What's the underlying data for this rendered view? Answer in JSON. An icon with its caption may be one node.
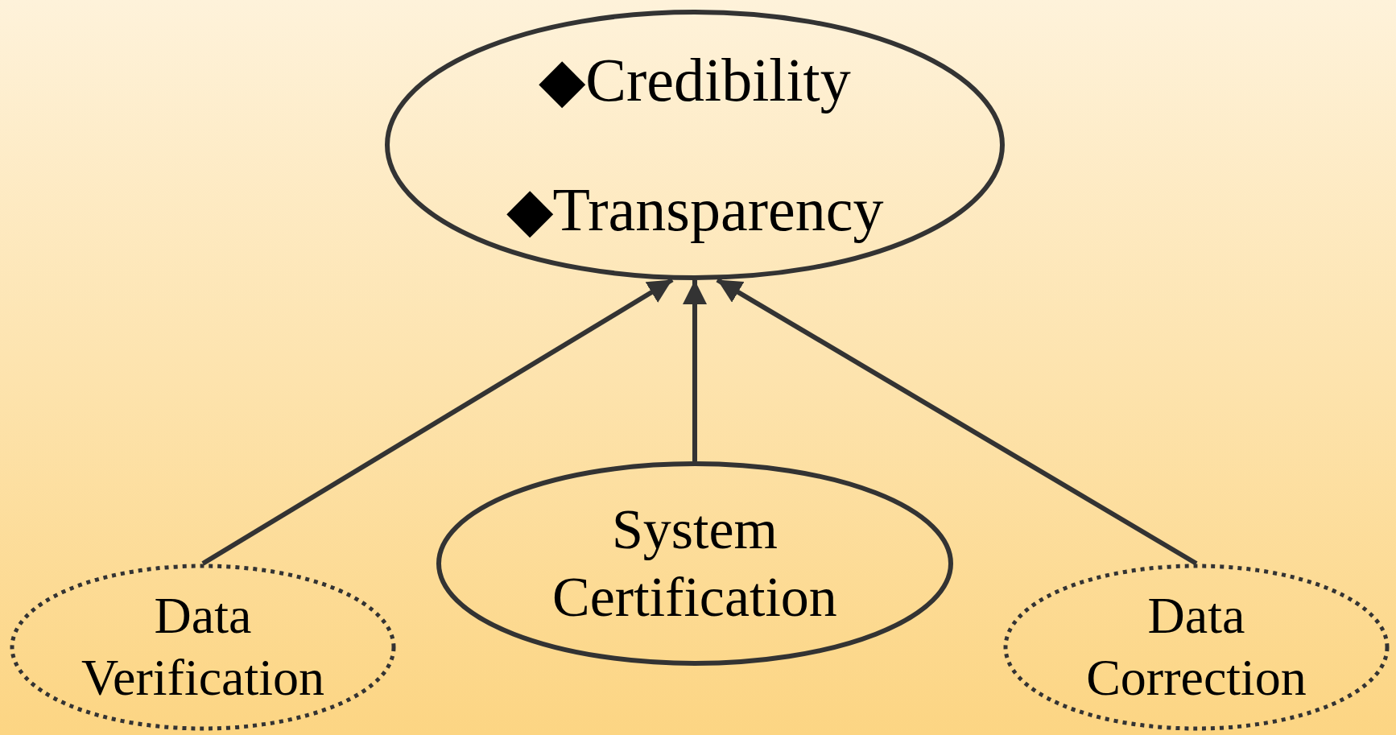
{
  "diagram": {
    "nodes": [
      {
        "text": [
          "◆Credibility",
          "◆Transparency"
        ]
      },
      {
        "text": [
          "Data Verification"
        ]
      },
      {
        "text": [
          "System Certification"
        ]
      },
      {
        "text": [
          "Data Correction"
        ]
      }
    ],
    "edges": [
      {
        "from": 1,
        "to": 0,
        "arrow": "to"
      },
      {
        "from": 2,
        "to": 0,
        "arrow": "to"
      },
      {
        "from": 3,
        "to": 0,
        "arrow": "to"
      }
    ]
  }
}
